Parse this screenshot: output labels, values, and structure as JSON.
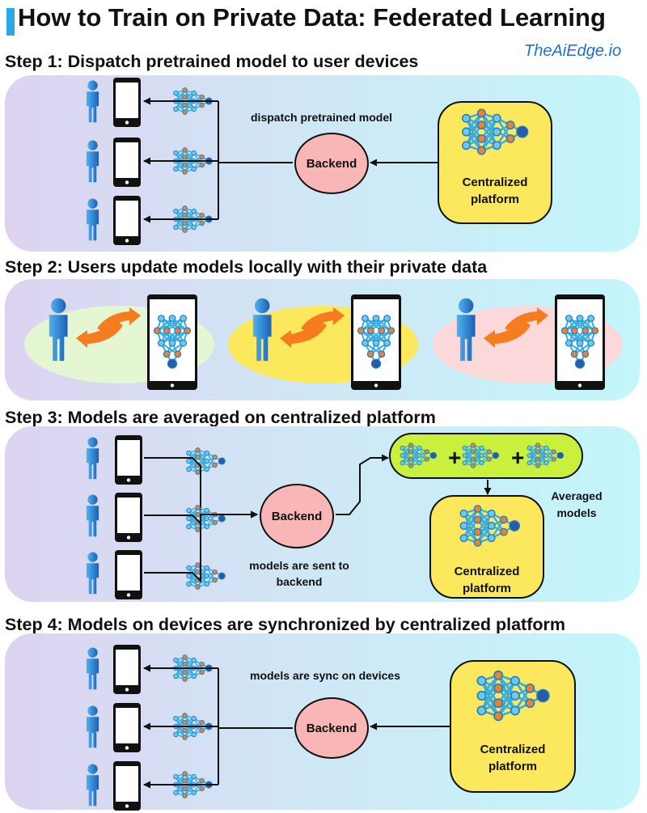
{
  "title": "How to Train on Private Data: Federated Learning",
  "brand": "TheAiEdge.io",
  "step1": {
    "heading": "Step 1: Dispatch pretrained model to user devices",
    "caption": "dispatch pretrained model",
    "backend": "Backend",
    "platform": "Centralized\nplatform"
  },
  "step2": {
    "heading": "Step 2: Users update models locally with their private data"
  },
  "step3": {
    "heading": "Step 3: Models are averaged on centralized platform",
    "backend": "Backend",
    "caption": "models are sent to\nbackend",
    "plus": "+",
    "averaged": "Averaged\nmodels",
    "platform": "Centralized\nplatform"
  },
  "step4": {
    "heading": "Step 4: Models on devices are synchronized by centralized platform",
    "caption": "models are sync on devices",
    "backend": "Backend",
    "platform": "Centralized\nplatform"
  },
  "colors": {
    "accent": "#27a9e1",
    "brand": "#1f6fd1",
    "backend": "#f9b6b7",
    "platform": "#fbe85c",
    "averaged_pill": "#c8f03c",
    "arrow_orange": "#f57c1f",
    "person_blue": "#2a7fd0",
    "ellipse_green": "#e4f7d2",
    "ellipse_yellow": "#fbe85c",
    "ellipse_pink": "#fbd9db"
  }
}
